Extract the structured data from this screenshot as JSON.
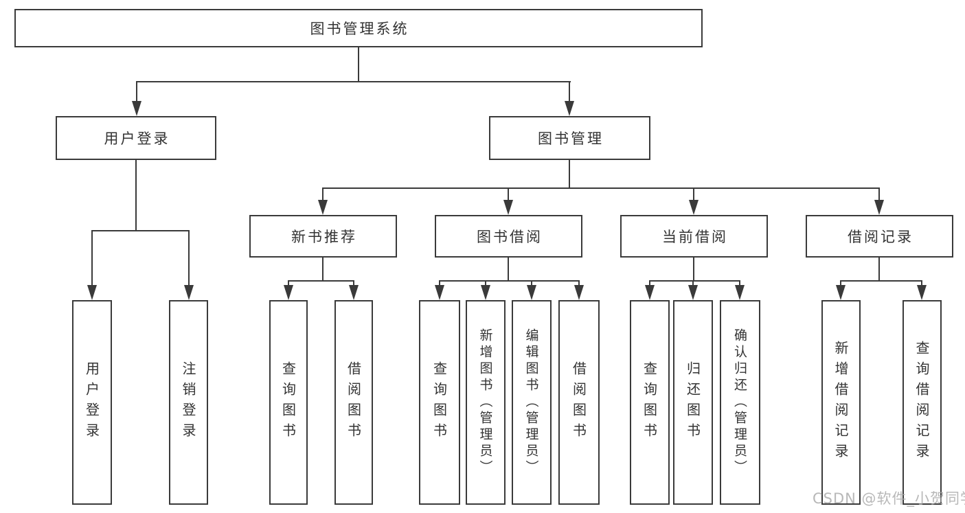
{
  "diagram": {
    "title_node": {
      "label": "图书管理系统"
    },
    "level2": [
      {
        "label": "用户登录"
      },
      {
        "label": "图书管理"
      }
    ],
    "level3": [
      {
        "label": "新书推荐"
      },
      {
        "label": "图书借阅"
      },
      {
        "label": "当前借阅"
      },
      {
        "label": "借阅记录"
      }
    ],
    "leaves": {
      "user_login": [
        {
          "label": "用户登录"
        },
        {
          "label": "注销登录"
        }
      ],
      "new_book": [
        {
          "label": "查询图书"
        },
        {
          "label": "借阅图书"
        }
      ],
      "book_borrow": [
        {
          "label": "查询图书"
        },
        {
          "label": "新增图书（管理员）"
        },
        {
          "label": "编辑图书（管理员）"
        },
        {
          "label": "借阅图书"
        }
      ],
      "current_borrow": [
        {
          "label": "查询图书"
        },
        {
          "label": "归还图书"
        },
        {
          "label": "确认归还（管理员）"
        }
      ],
      "borrow_record": [
        {
          "label": "新增借阅记录"
        },
        {
          "label": "查询借阅记录"
        }
      ]
    },
    "colors": {
      "line": "#3a3a3a",
      "text": "#333333",
      "background": "#ffffff",
      "watermark": "#a8a8a8"
    }
  },
  "watermark": {
    "text": "CSDN @软件_小贺同学"
  }
}
